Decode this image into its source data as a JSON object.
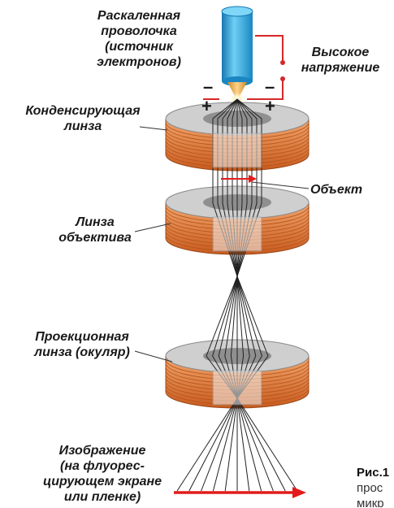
{
  "labels": {
    "filament": "Раскаленная\nпроволочка\n(источник\nэлектронов)",
    "voltage": "Высокое\nнапряжение",
    "condenser": "Конденсирующая\nлинза",
    "object": "Объект",
    "objective": "Линза\nобъектива",
    "projection": "Проекционная\nлинза (окуляр)",
    "image": "Изображение\n(на флуорес-\nцирующем экране\nили пленке)"
  },
  "symbols": {
    "minus": "–",
    "plus": "+"
  },
  "caption": {
    "figure": "Рис.1",
    "line1": "прос",
    "line2": "микр"
  },
  "colors": {
    "cathode": "#2aa8dc",
    "coil": "#e07a3a",
    "lens": "#c9c9c9",
    "circuit": "#d62828",
    "beam": "#222222",
    "arrow": "#e31b1b"
  }
}
